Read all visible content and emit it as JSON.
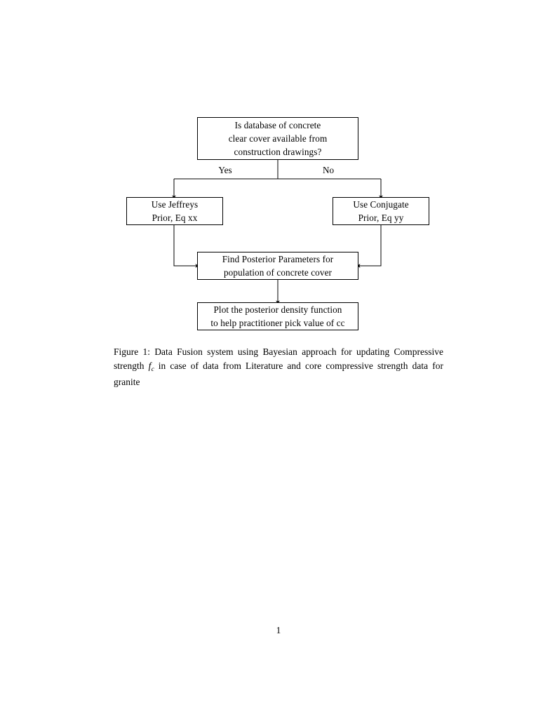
{
  "document": {
    "page_number": "1"
  },
  "figure": {
    "nodes": {
      "decision": {
        "line1": "Is database of concrete",
        "line2": "clear cover available from",
        "line3": "construction drawings?"
      },
      "jeffreys": {
        "line1": "Use Jeffreys",
        "line2": "Prior, Eq xx"
      },
      "conjugate": {
        "line1": "Use Conjugate",
        "line2": "Prior, Eq yy"
      },
      "posterior": {
        "line1": "Find Posterior Parameters for",
        "line2": "population of concrete cover"
      },
      "plot": {
        "line1": "Plot the posterior density function",
        "line2": "to help practitioner pick value of cc"
      }
    },
    "edge_labels": {
      "yes": "Yes",
      "no": "No"
    },
    "stroke_color": "#000000"
  },
  "caption": {
    "label": "Figure 1:",
    "text_before_math": " Data Fusion system using Bayesian approach for updating Compressive strength ",
    "math_base": "f",
    "math_sub": "c",
    "text_after_math": " in case of data from Literature and core compressive strength data for granite"
  }
}
